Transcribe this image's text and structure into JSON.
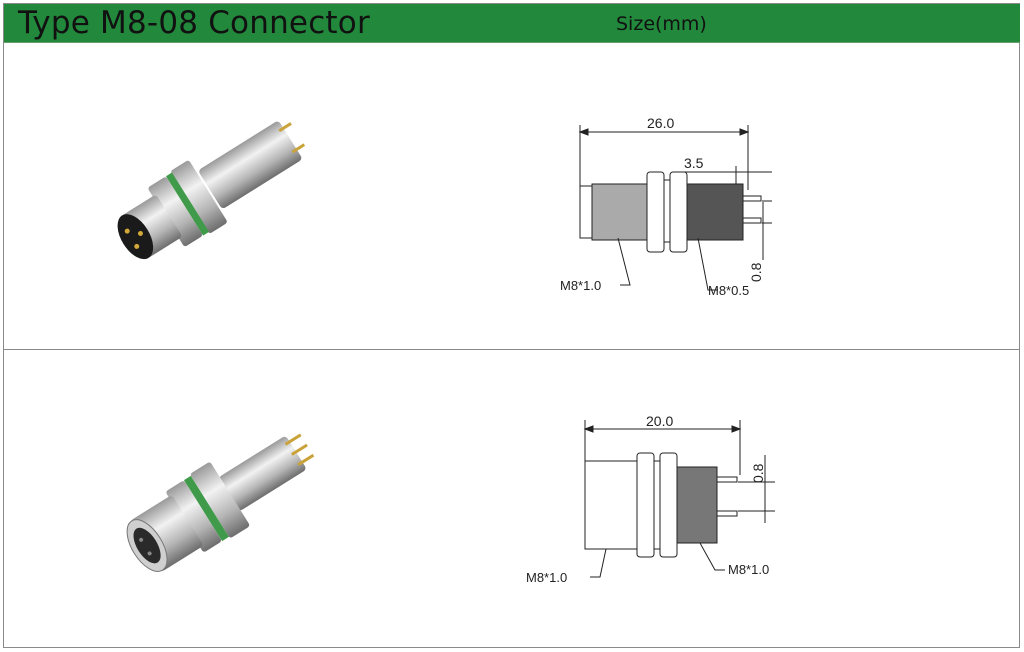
{
  "header": {
    "title": "Type M8-08 Connector",
    "size_label": "Size(mm)",
    "color": "#22883b"
  },
  "rows": [
    {
      "connector": "male",
      "dimensions": {
        "length": "26.0",
        "pin_length": "3.5",
        "pin_spacing": "0.8",
        "front_thread": "M8*1.0",
        "rear_thread": "M8*0.5"
      }
    },
    {
      "connector": "female",
      "dimensions": {
        "length": "20.0",
        "pin_spacing": "0.8",
        "front_thread": "M8*1.0",
        "rear_thread": "M8*1.0"
      }
    }
  ]
}
